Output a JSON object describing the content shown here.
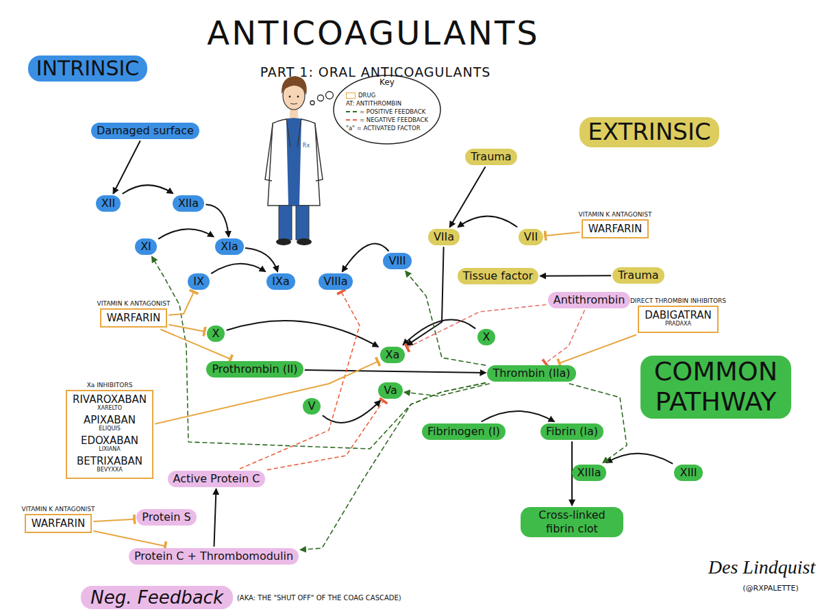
{
  "diagram": {
    "title": "ANTICOAGULANTS",
    "nodes": [
      {
        "text": [
          "INTRINSIC"
        ]
      },
      {
        "text": [
          "EXTRINSIC"
        ]
      },
      {
        "text": [
          "COMMON PATHWAY"
        ]
      },
      {
        "text": [
          "Damaged surface"
        ]
      },
      {
        "text": [
          "XII"
        ]
      },
      {
        "text": [
          "XIIa"
        ]
      },
      {
        "text": [
          "XI"
        ]
      },
      {
        "text": [
          "XIa"
        ]
      },
      {
        "text": [
          "IX"
        ]
      },
      {
        "text": [
          "IXa"
        ]
      },
      {
        "text": [
          "VIIIa"
        ]
      },
      {
        "text": [
          "VIII"
        ]
      },
      {
        "text": [
          "Trauma"
        ]
      },
      {
        "text": [
          "VIIa"
        ]
      },
      {
        "text": [
          "VII"
        ]
      },
      {
        "text": [
          "Tissue factor"
        ]
      },
      {
        "text": [
          "Trauma"
        ]
      },
      {
        "text": [
          "Antithrombin"
        ]
      },
      {
        "text": [
          "X"
        ]
      },
      {
        "text": [
          "Xa"
        ]
      },
      {
        "text": [
          "X"
        ]
      },
      {
        "text": [
          "Prothrombin (II)"
        ]
      },
      {
        "text": [
          "Thrombin (IIa)"
        ]
      },
      {
        "text": [
          "Va"
        ]
      },
      {
        "text": [
          "V"
        ]
      },
      {
        "text": [
          "Fibrinogen (I)"
        ]
      },
      {
        "text": [
          "Fibrin (Ia)"
        ]
      },
      {
        "text": [
          "XIIIa"
        ]
      },
      {
        "text": [
          "XIII"
        ]
      },
      {
        "text": [
          "Cross-linked fibrin clot"
        ]
      },
      {
        "text": [
          "Active Protein C"
        ]
      },
      {
        "text": [
          "Protein S"
        ]
      },
      {
        "text": [
          "Protein C + Thrombomodulin"
        ]
      },
      {
        "text": [
          "Neg. Feedback",
          "(AKA: THE \"SHUT OFF\" OF THE COAG CASCADE)"
        ]
      },
      {
        "text": [
          "VITAMIN K ANTAGONIST",
          "WARFARIN"
        ]
      },
      {
        "text": [
          "VITAMIN K ANTAGONIST",
          "WARFARIN"
        ]
      },
      {
        "text": [
          "DIRECT THROMBIN INHIBITORS",
          "DABIGATRAN",
          "PRADAXA"
        ]
      },
      {
        "text": [
          "Xa INHIBITORS",
          "RIVAROXABAN",
          "XARELTO",
          "APIXABAN",
          "ELIQUIS",
          "EDOXABAN",
          "LIXIANA",
          "BETRIXABAN",
          "BEVYXXA"
        ]
      },
      {
        "text": [
          "VITAMIN K ANTAGONIST",
          "WARFARIN"
        ]
      }
    ],
    "edges": [
      {
        "from": 3,
        "to": 4,
        "arrow": "to"
      },
      {
        "from": 4,
        "to": 5,
        "arrow": "to"
      },
      {
        "from": 5,
        "to": 7,
        "arrow": "to"
      },
      {
        "from": 6,
        "to": 7,
        "arrow": "to"
      },
      {
        "from": 7,
        "to": 9,
        "arrow": "to"
      },
      {
        "from": 8,
        "to": 9,
        "arrow": "to"
      },
      {
        "from": 11,
        "to": 10,
        "arrow": "to"
      },
      {
        "from": 12,
        "to": 13,
        "arrow": "to"
      },
      {
        "from": 14,
        "to": 13,
        "arrow": "to"
      },
      {
        "from": 16,
        "to": 15,
        "arrow": "to"
      },
      {
        "from": 13,
        "to": 19,
        "arrow": "to"
      },
      {
        "from": 20,
        "to": 19,
        "arrow": "to"
      },
      {
        "from": 18,
        "to": 19,
        "arrow": "to"
      },
      {
        "from": 21,
        "to": 22,
        "arrow": "to"
      },
      {
        "from": 24,
        "to": 23,
        "arrow": "to"
      },
      {
        "from": 25,
        "to": 26,
        "arrow": "to"
      },
      {
        "from": 26,
        "to": 29,
        "arrow": "to"
      },
      {
        "from": 28,
        "to": 27,
        "arrow": "to"
      },
      {
        "from": 32,
        "to": 30,
        "arrow": "to"
      },
      {
        "from": 22,
        "to": 27,
        "arrow": "to"
      },
      {
        "from": 22,
        "to": 6,
        "arrow": "to"
      },
      {
        "from": 22,
        "to": 11,
        "arrow": "to"
      },
      {
        "from": 22,
        "to": 23,
        "arrow": "to"
      },
      {
        "from": 22,
        "to": 32,
        "arrow": "to"
      },
      {
        "from": 30,
        "to": 10,
        "arrow": "to"
      },
      {
        "from": 30,
        "to": 23,
        "arrow": "to"
      },
      {
        "from": 17,
        "to": 19,
        "arrow": "to"
      },
      {
        "from": 17,
        "to": 22,
        "arrow": "to"
      },
      {
        "from": 34,
        "to": 14,
        "arrow": "to"
      },
      {
        "from": 35,
        "to": 8,
        "arrow": "to"
      },
      {
        "from": 35,
        "to": 18,
        "arrow": "to"
      },
      {
        "from": 35,
        "to": 21,
        "arrow": "to"
      },
      {
        "from": 36,
        "to": 22,
        "arrow": "to"
      },
      {
        "from": 37,
        "to": 19,
        "arrow": "to"
      },
      {
        "from": 38,
        "to": 31,
        "arrow": "to"
      },
      {
        "from": 38,
        "to": 32,
        "arrow": "to"
      }
    ],
    "labels": [
      "PART 1: ORAL ANTICOAGULANTS",
      "Key",
      "Rx",
      "Des Lindquist",
      "(@RXPALETTE)"
    ],
    "legend": [
      {
        "text": "DRUG"
      },
      {
        "text": "AT: ANTITHROMBIN"
      },
      {
        "text": "= POSITIVE FEEDBACK"
      },
      {
        "text": "= NEGATIVE FEEDBACK"
      },
      {
        "text": "\"a\" = ACTIVATED FACTOR"
      }
    ]
  }
}
